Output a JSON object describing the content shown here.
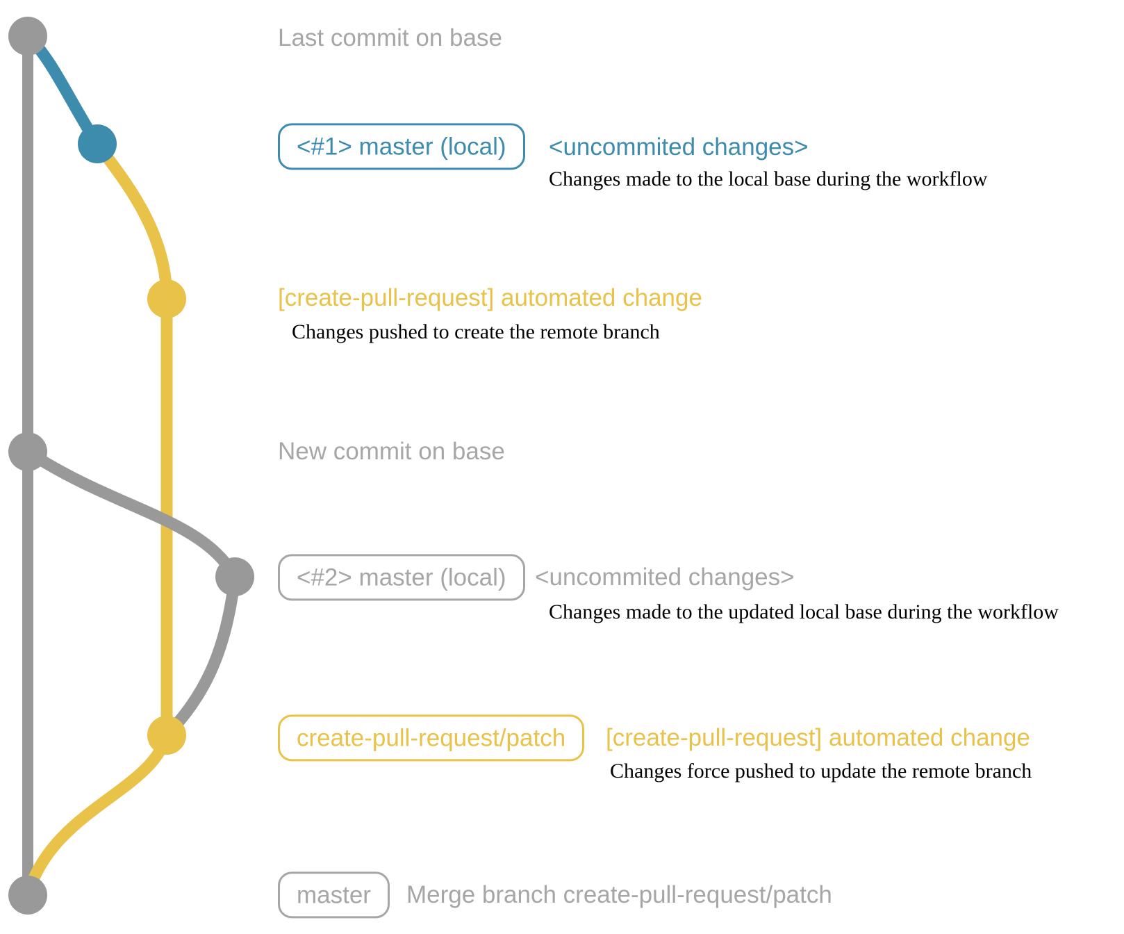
{
  "colors": {
    "gray": "#999999",
    "gray_text": "#a6a6a6",
    "blue": "#3e8cad",
    "yellow": "#e9c24a",
    "description_text": "#000000",
    "background": "#ffffff"
  },
  "graph": {
    "branches": [
      {
        "name": "base (master remote)",
        "color_key": "gray"
      },
      {
        "name": "local master #1",
        "color_key": "blue"
      },
      {
        "name": "create-pull-request/patch",
        "color_key": "yellow"
      },
      {
        "name": "local master #2",
        "color_key": "gray"
      }
    ],
    "commits": [
      {
        "name": "last-commit-on-base",
        "color_key": "gray"
      },
      {
        "name": "local-master-1-uncommitted",
        "color_key": "blue"
      },
      {
        "name": "patch-branch-push-1",
        "color_key": "yellow"
      },
      {
        "name": "new-commit-on-base",
        "color_key": "gray"
      },
      {
        "name": "local-master-2-uncommitted",
        "color_key": "gray"
      },
      {
        "name": "patch-branch-force-push",
        "color_key": "yellow"
      },
      {
        "name": "merge-commit",
        "color_key": "gray"
      }
    ]
  },
  "rows": {
    "last_commit": {
      "label": "Last commit on base"
    },
    "local1": {
      "badge": "<#1> master (local)",
      "annotation": "<uncommited changes>",
      "description": "Changes made to the local base during the workflow"
    },
    "push1": {
      "label": "[create-pull-request] automated change",
      "description": "Changes pushed to create the remote branch"
    },
    "new_commit": {
      "label": "New commit on base"
    },
    "local2": {
      "badge": "<#2> master (local)",
      "annotation": "<uncommited changes>",
      "description": "Changes made to the updated local base during the workflow"
    },
    "push2": {
      "badge": "create-pull-request/patch",
      "annotation": "[create-pull-request] automated change",
      "description": "Changes force pushed to update the remote branch"
    },
    "merge": {
      "badge": "master",
      "description": "Merge branch create-pull-request/patch"
    }
  }
}
